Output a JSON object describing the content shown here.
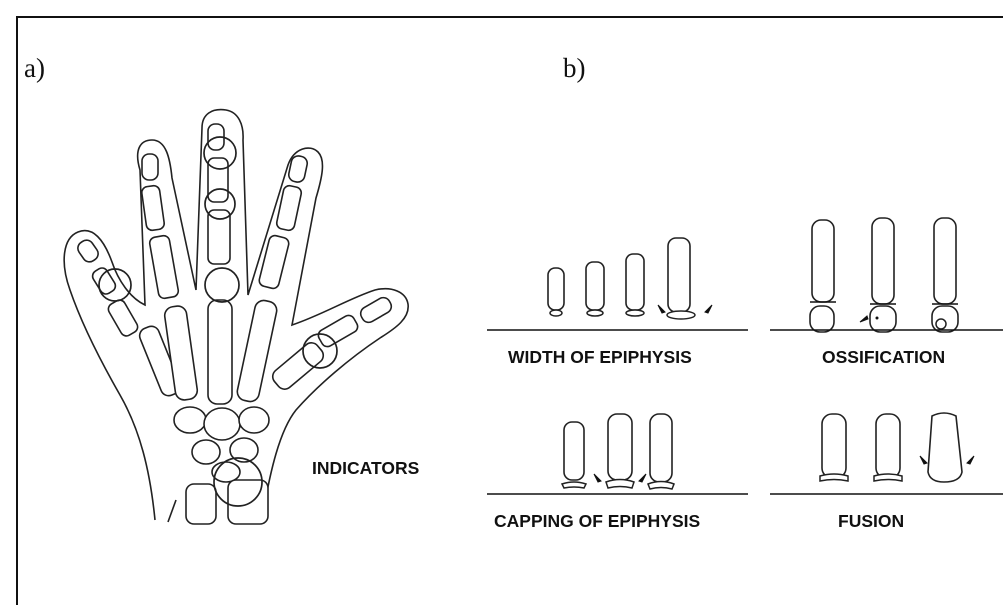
{
  "panels": {
    "a": {
      "letter": "a)",
      "label": "INDICATORS"
    },
    "b": {
      "letter": "b)",
      "stages": [
        {
          "id": "width",
          "caption": "WIDTH OF EPIPHYSIS"
        },
        {
          "id": "ossification",
          "caption": "OSSIFICATION"
        },
        {
          "id": "capping",
          "caption": "CAPPING OF EPIPHYSIS"
        },
        {
          "id": "fusion",
          "caption": "FUSION"
        }
      ]
    }
  }
}
